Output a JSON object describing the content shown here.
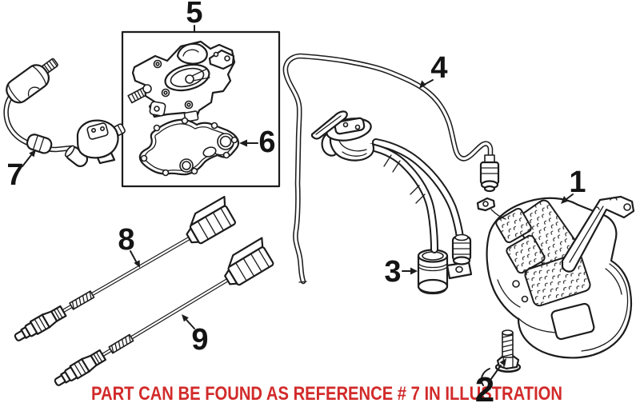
{
  "caption": {
    "text": "PART CAN BE FOUND AS REFERENCE # 7 IN ILLUSTRATION",
    "color": "#d22a2a"
  },
  "labels": {
    "l1": "1",
    "l2": "2",
    "l3": "3",
    "l4": "4",
    "l5": "5",
    "l6": "6",
    "l7": "7",
    "l8": "8",
    "l9": "9"
  },
  "colors": {
    "line": "#1c1c1c",
    "background": "#ffffff",
    "caption_red": "#d22a2a"
  }
}
